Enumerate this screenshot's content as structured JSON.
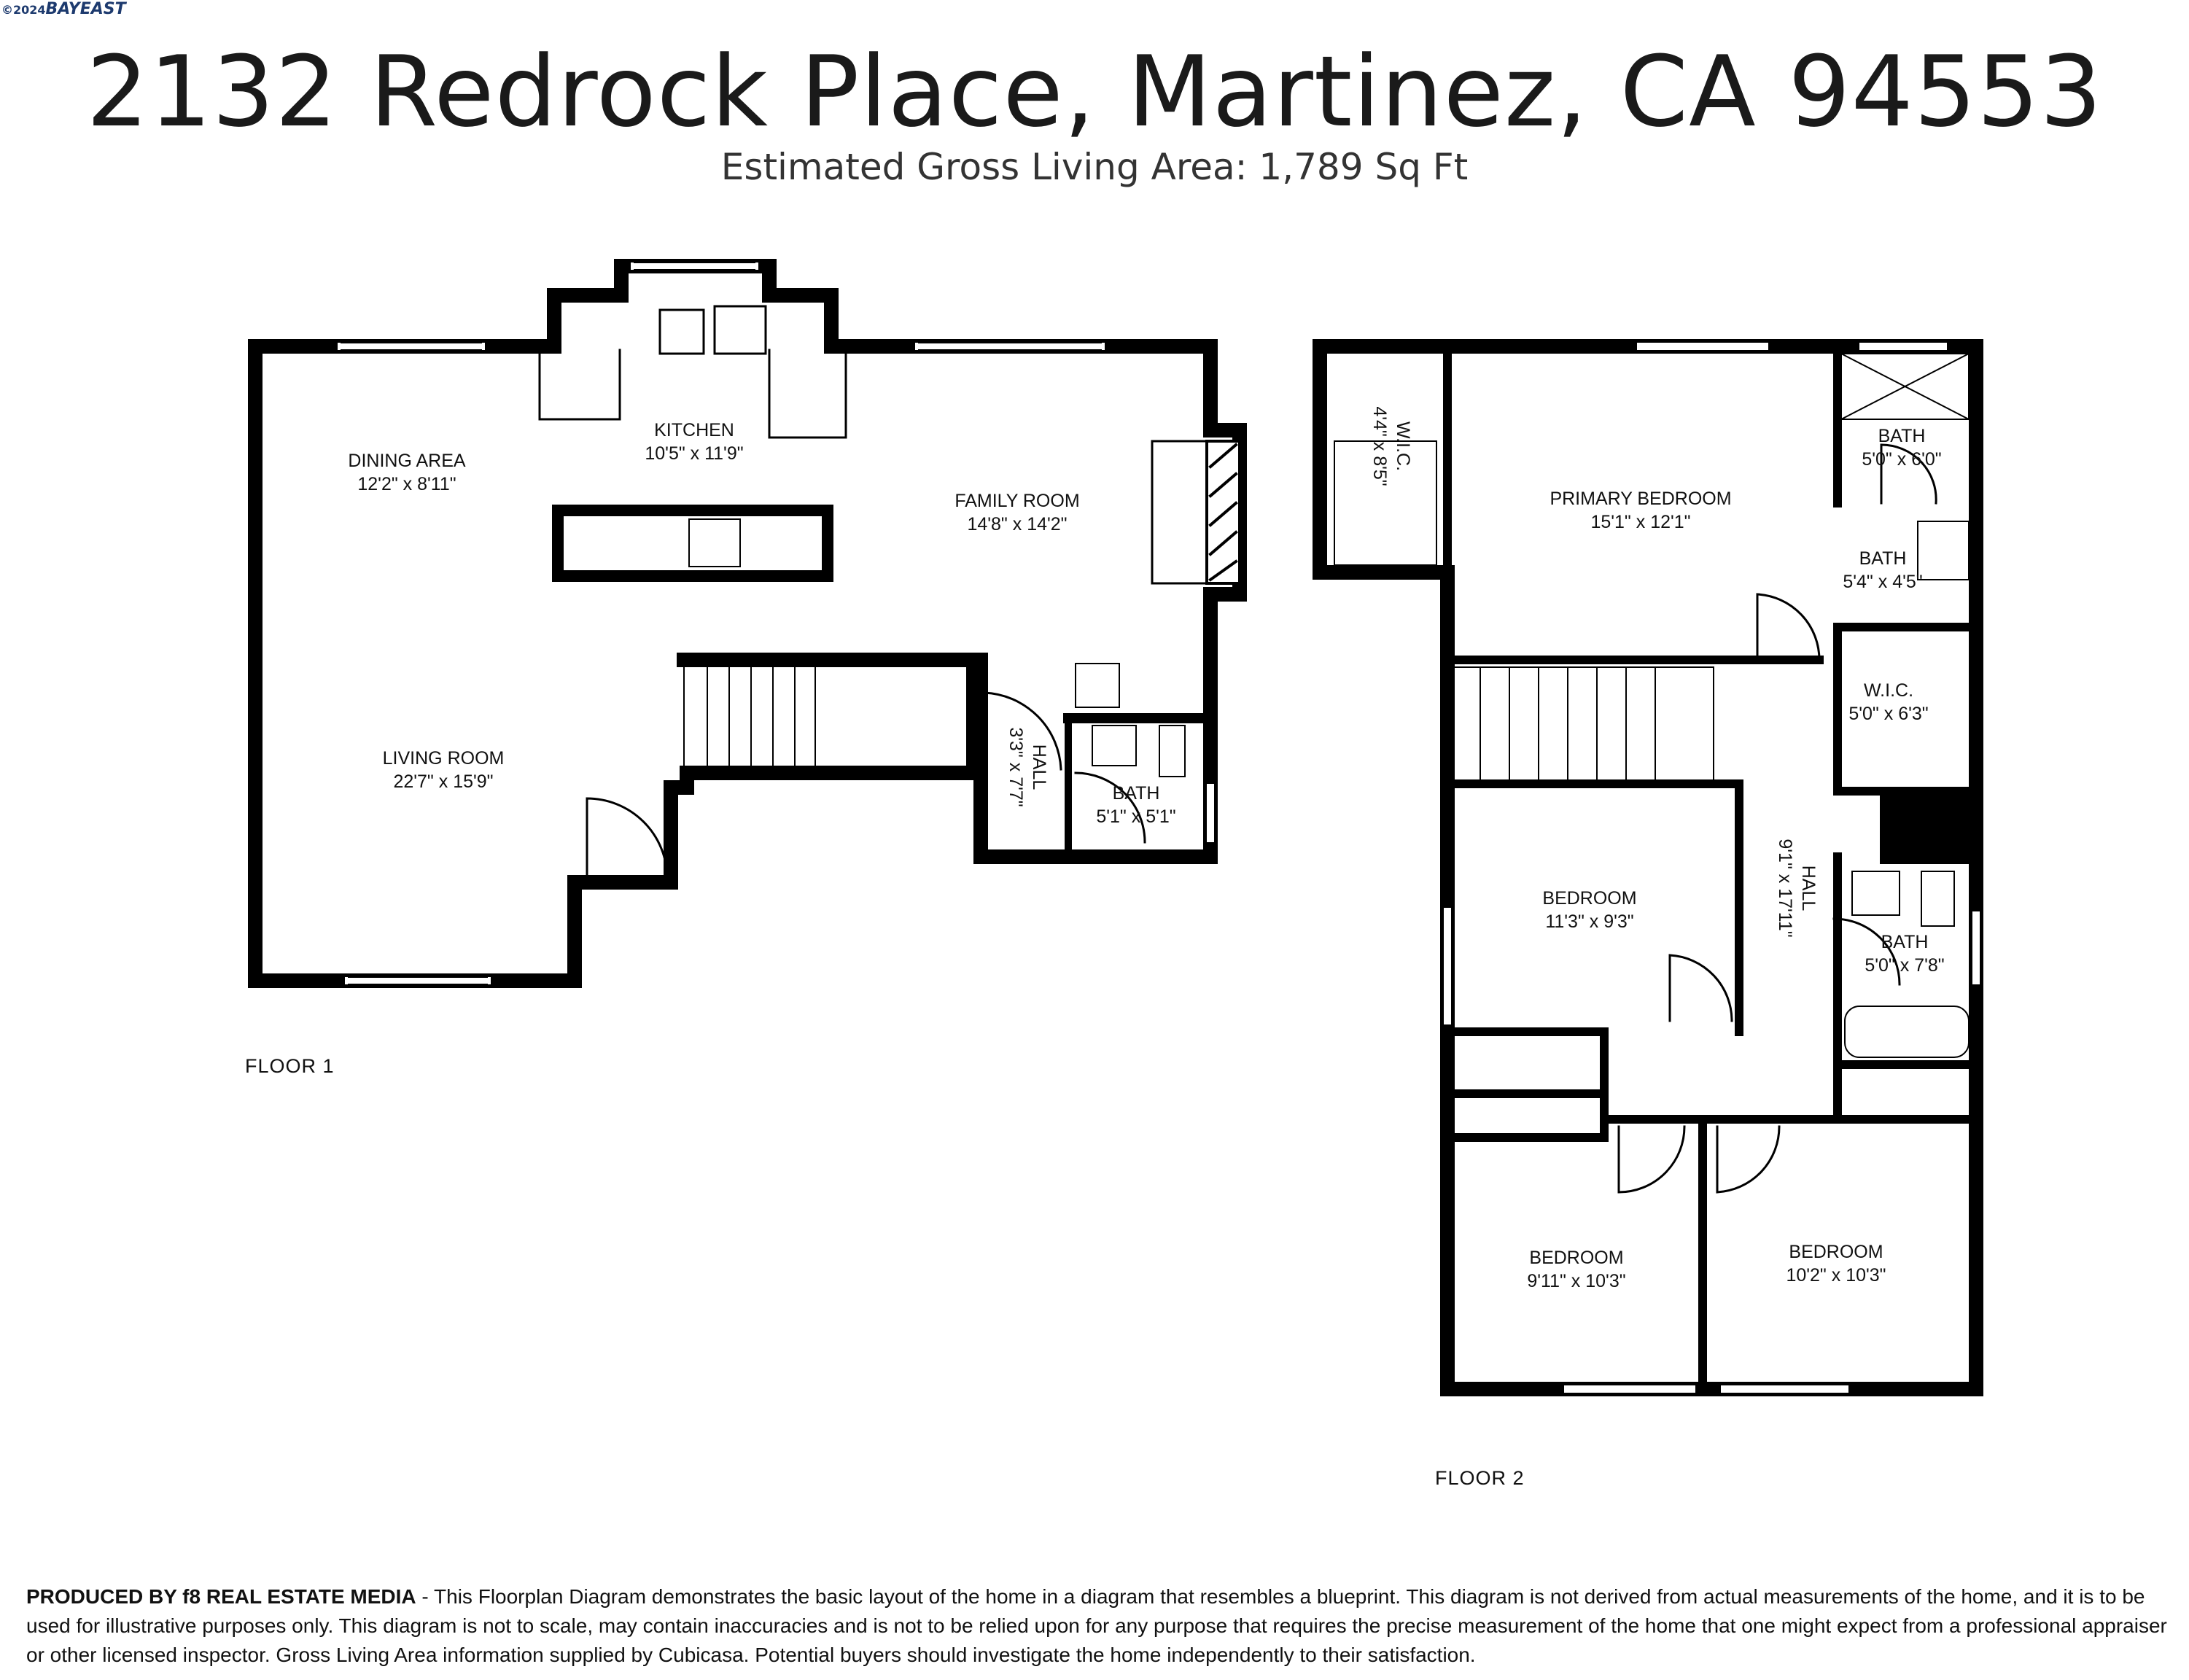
{
  "logo": {
    "year": "©2024",
    "brand": "BAYEAST"
  },
  "title": "2132 Redrock Place, Martinez, CA 94553",
  "subtitle": "Estimated Gross Living Area: 1,789 Sq Ft",
  "floor1": {
    "label": "FLOOR 1",
    "rooms": [
      {
        "name": "DINING AREA",
        "dims": "12'2\" x 8'11\""
      },
      {
        "name": "KITCHEN",
        "dims": "10'5\" x 11'9\""
      },
      {
        "name": "FAMILY ROOM",
        "dims": "14'8\" x 14'2\""
      },
      {
        "name": "LIVING ROOM",
        "dims": "22'7\" x 15'9\""
      },
      {
        "name": "HALL",
        "dims": "3'3\" x 7'7\""
      },
      {
        "name": "BATH",
        "dims": "5'1\" x 5'1\""
      }
    ]
  },
  "floor2": {
    "label": "FLOOR 2",
    "rooms": [
      {
        "name": "W.I.C.",
        "dims": "4'4\" x 8'5\""
      },
      {
        "name": "PRIMARY BEDROOM",
        "dims": "15'1\" x 12'1\""
      },
      {
        "name": "BATH",
        "dims": "5'0\" x 6'0\""
      },
      {
        "name": "BATH",
        "dims": "5'4\" x 4'5\""
      },
      {
        "name": "W.I.C.",
        "dims": "5'0\" x 6'3\""
      },
      {
        "name": "BEDROOM",
        "dims": "11'3\" x 9'3\""
      },
      {
        "name": "HALL",
        "dims": "9'1\" x 17'11\""
      },
      {
        "name": "BATH",
        "dims": "5'0\" x 7'8\""
      },
      {
        "name": "BEDROOM",
        "dims": "9'11\" x 10'3\""
      },
      {
        "name": "BEDROOM",
        "dims": "10'2\" x 10'3\""
      }
    ]
  },
  "disclaimer": {
    "lead": "PRODUCED BY f8 REAL ESTATE MEDIA",
    "body": " - This Floorplan Diagram demonstrates the basic layout of the home in a diagram that resembles a blueprint. This diagram is not derived from actual measurements of the home, and it is to be used for illustrative purposes only. This diagram is not to scale, may contain inaccuracies and is not to be relied upon for any purpose that requires the precise measurement of the home that one might expect from a professional appraiser or other licensed inspector. Gross Living Area information supplied by Cubicasa. Potential buyers should investigate the home independently to their satisfaction."
  }
}
